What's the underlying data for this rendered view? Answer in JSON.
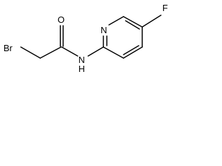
{
  "structure": {
    "atoms": {
      "bromine": "Br",
      "oxygen": "O",
      "nitrogen_amide": "N",
      "hydrogen_amide": "H",
      "nitrogen_ring": "N",
      "fluorine": "F"
    }
  }
}
